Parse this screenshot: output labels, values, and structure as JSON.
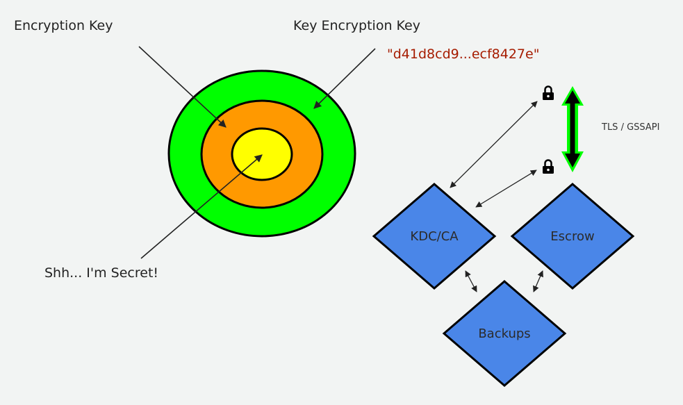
{
  "labels": {
    "encryption_key": "Encryption Key",
    "key_encryption_key": "Key Encryption Key",
    "hash": "\"d41d8cd9...ecf8427e\"",
    "secret": "Shh... I'm Secret!",
    "protocol": "TLS / GSSAPI"
  },
  "nodes": {
    "kdc": "KDC/CA",
    "escrow": "Escrow",
    "backups": "Backups"
  },
  "icons": {
    "lock": "lock-icon",
    "tls_arrow": "double-arrow-icon"
  },
  "colors": {
    "background": "#f2f4f3",
    "outer_ring": "#00ff00",
    "middle_ring": "#ff9900",
    "inner_core": "#ffff00",
    "node_fill": "#4a86e8",
    "hash_text": "#a61c00",
    "tls_arrow": "#00ff00"
  }
}
